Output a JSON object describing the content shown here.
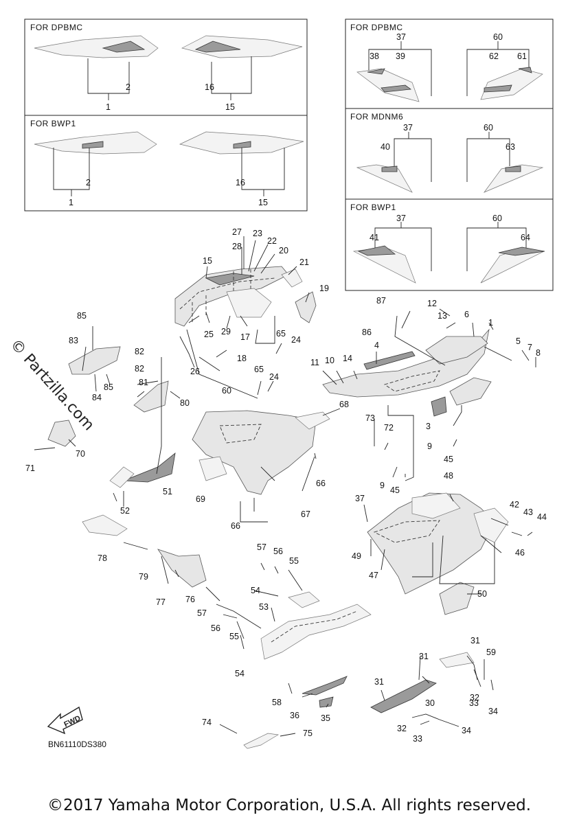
{
  "panels": {
    "dpbmc_left": "FOR DPBMC",
    "bwp1_left": "FOR BWP1",
    "dpbmc_right": "FOR DPBMC",
    "mdnm6_right": "FOR MDNM6",
    "bwp1_right": "FOR BWP1"
  },
  "callouts": {
    "p_dl_1": "1",
    "p_dl_2": "2",
    "p_dl_15": "15",
    "p_dl_16": "16",
    "p_bl_1": "1",
    "p_bl_2": "2",
    "p_bl_15": "15",
    "p_bl_16": "16",
    "p_dr_37": "37",
    "p_dr_38": "38",
    "p_dr_39": "39",
    "p_dr_60": "60",
    "p_dr_61": "61",
    "p_dr_62": "62",
    "p_mr_37": "37",
    "p_mr_40": "40",
    "p_mr_60": "60",
    "p_mr_63": "63",
    "p_br_37": "37",
    "p_br_41": "41",
    "p_br_60": "60",
    "p_br_64": "64",
    "m_27": "27",
    "m_23": "23",
    "m_28": "28",
    "m_22": "22",
    "m_20": "20",
    "m_21": "21",
    "m_15": "15",
    "m_19": "19",
    "m_25": "25",
    "m_29": "29",
    "m_17": "17",
    "m_65a": "65",
    "m_24a": "24",
    "m_18": "18",
    "m_26": "26",
    "m_65b": "65",
    "m_24b": "24",
    "m_87": "87",
    "m_12": "12",
    "m_13": "13",
    "m_6": "6",
    "m_1": "1",
    "m_86": "86",
    "m_4": "4",
    "m_5": "5",
    "m_7": "7",
    "m_8": "8",
    "m_11": "11",
    "m_10": "10",
    "m_14": "14",
    "m_3": "3",
    "m_9a": "9",
    "m_45a": "45",
    "m_85a": "85",
    "m_83": "83",
    "m_82a": "82",
    "m_84": "84",
    "m_85b": "85",
    "m_82b": "82",
    "m_81": "81",
    "m_80": "80",
    "m_60": "60",
    "m_68": "68",
    "m_73": "73",
    "m_72": "72",
    "m_66a": "66",
    "m_69": "69",
    "m_67": "67",
    "m_66b": "66",
    "m_9b": "9",
    "m_45b": "45",
    "m_71": "71",
    "m_70": "70",
    "m_51": "51",
    "m_52": "52",
    "m_48": "48",
    "m_37": "37",
    "m_42": "42",
    "m_43": "43",
    "m_44": "44",
    "m_49": "49",
    "m_47": "47",
    "m_46": "46",
    "m_50": "50",
    "m_78": "78",
    "m_79": "79",
    "m_77": "77",
    "m_76": "76",
    "m_57a": "57",
    "m_56a": "56",
    "m_55a": "55",
    "m_54a": "54",
    "m_53": "53",
    "m_57b": "57",
    "m_56b": "56",
    "m_55b": "55",
    "m_54b": "54",
    "m_31a": "31",
    "m_31b": "31",
    "m_59": "59",
    "m_31c": "31",
    "m_32a": "32",
    "m_33a": "33",
    "m_34a": "34",
    "m_30": "30",
    "m_58": "58",
    "m_36": "36",
    "m_35": "35",
    "m_32b": "32",
    "m_33b": "33",
    "m_34b": "34",
    "m_74": "74",
    "m_75": "75"
  },
  "fwd_label": "FWD",
  "diagram_code": "BN61110DS380",
  "watermark": "© Partzilla.com",
  "footer": "©2017 Yamaha Motor Corporation, U.S.A. All rights reserved."
}
